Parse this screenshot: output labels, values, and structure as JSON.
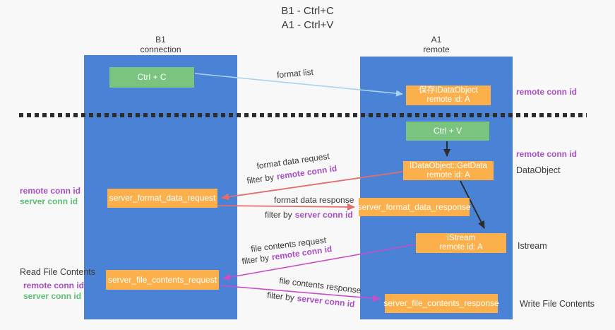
{
  "title": {
    "line1": "B1 - Ctrl+C",
    "line2": "A1 - Ctrl+V"
  },
  "columns": {
    "left": {
      "name": "B1",
      "role": "connection"
    },
    "right": {
      "name": "A1",
      "role": "remote"
    }
  },
  "nodes": {
    "ctrl_c": {
      "label": "Ctrl + C"
    },
    "save_dataobject": {
      "line1": "保存IDataObject",
      "line2": "remote id: A"
    },
    "ctrl_v": {
      "label": "Ctrl + V"
    },
    "getdata": {
      "line1": "IDataObject::GetData",
      "line2": "remote id: A"
    },
    "format_request": {
      "label": "server_format_data_request"
    },
    "format_response": {
      "label": "server_format_data_response"
    },
    "istream": {
      "line1": "IStream",
      "line2": "remote id: A"
    },
    "file_request": {
      "label": "server_file_contents_request"
    },
    "file_response": {
      "label": "server_file_contents_response"
    }
  },
  "edge_labels": {
    "format_list": "format list",
    "format_data_request": "format data request",
    "format_data_response": "format data response",
    "file_contents_request": "file contents request",
    "file_contents_response": "file contents response",
    "filter_by_1": "filter by",
    "filter_by_2": "filter by",
    "filter_by_3": "filter by",
    "filter_by_4": "filter by",
    "remote_conn_id_a": "remote conn id",
    "server_conn_id_a": "server conn id",
    "remote_conn_id_b": "remote conn id",
    "server_conn_id_b": "server conn id"
  },
  "annotations": {
    "right_remote_conn_id_1": "remote conn id",
    "right_remote_conn_id_2": "remote conn id",
    "right_dataobject": "DataObject",
    "right_istream": "Istream",
    "right_write_file_contents": "Write File Contents",
    "left_remote_conn_id_1": "remote conn id",
    "left_server_conn_id_1": "server conn id",
    "left_read_file_contents": "Read File Contents",
    "left_remote_conn_id_2": "remote conn id",
    "left_server_conn_id_2": "server conn id"
  },
  "colors": {
    "lifeline_blue": "#4a83d6",
    "node_green": "#7ac47f",
    "node_orange": "#fbb04c",
    "arrow_lightblue": "#a9d3ee",
    "arrow_salmon": "#e36c6c",
    "arrow_magenta": "#c94ec9",
    "arrow_black": "#2d2d2d",
    "text_purple": "#a94fc4",
    "text_green": "#5fbf72",
    "text_dark": "#3a3a3a",
    "background": "#f8f8f9"
  }
}
